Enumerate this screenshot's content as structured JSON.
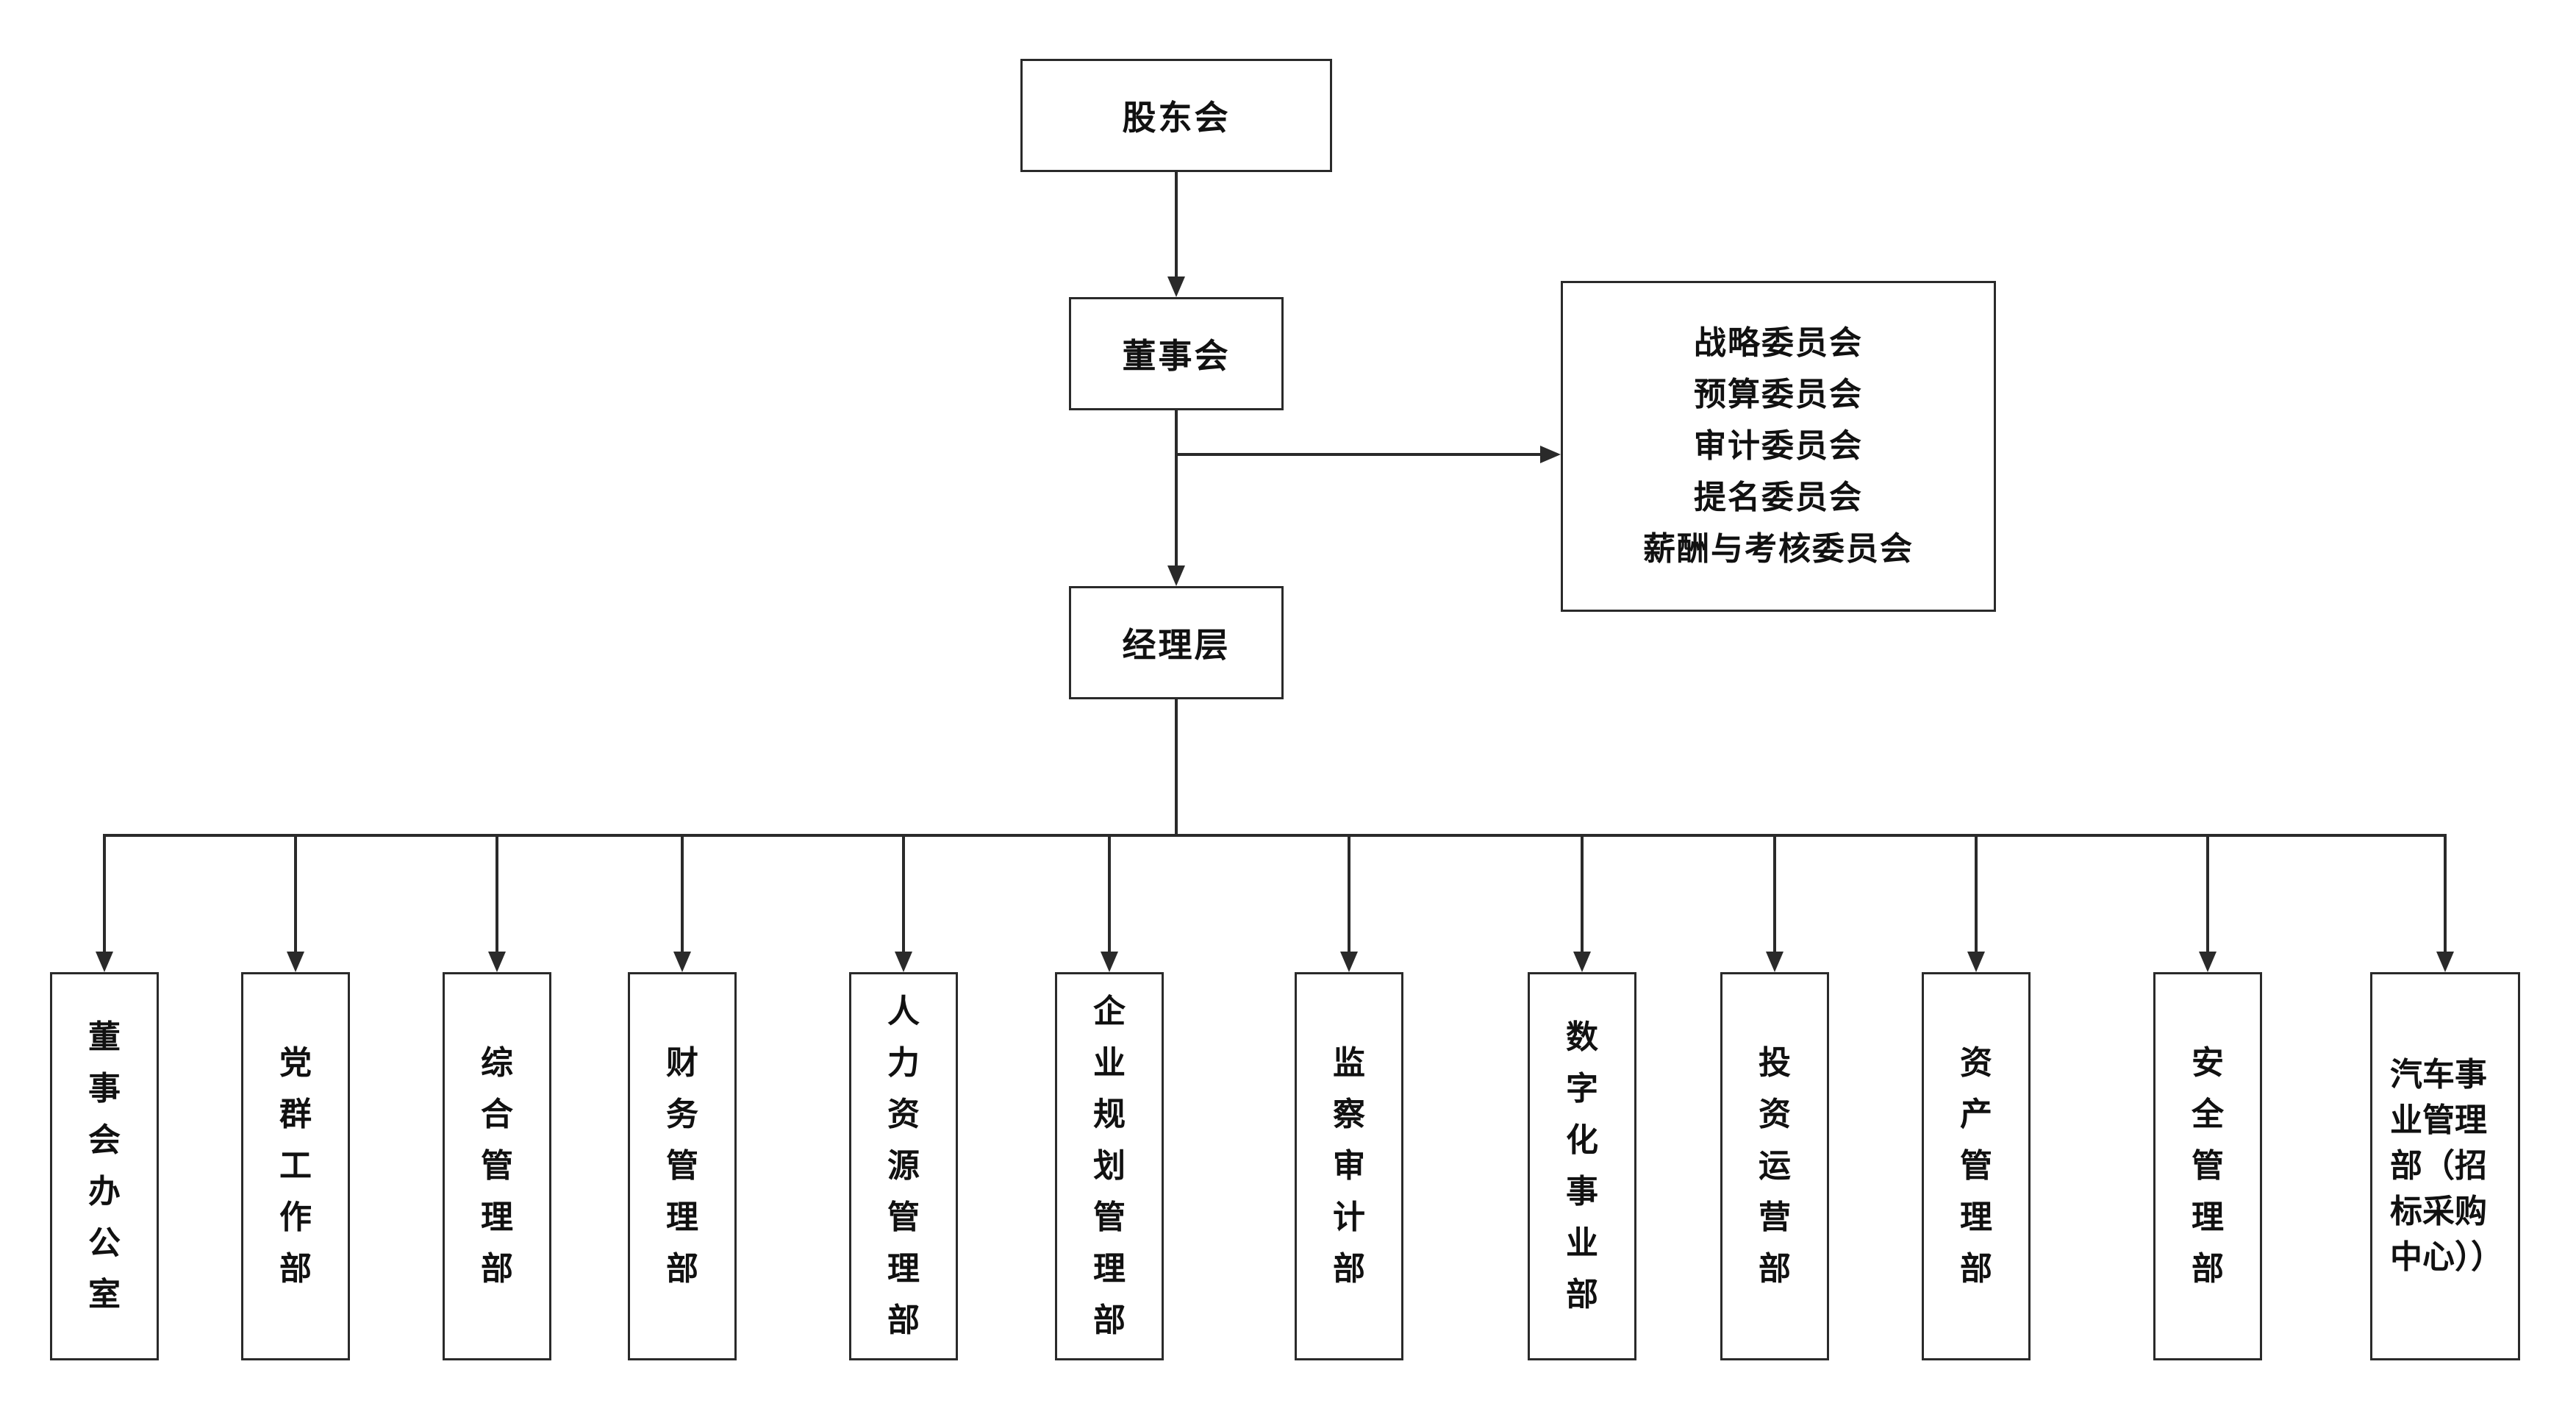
{
  "org_chart": {
    "shareholders": {
      "label": "股东会"
    },
    "board": {
      "label": "董事会"
    },
    "committees": {
      "lines": [
        "战略委员会",
        "预算委员会",
        "审计委员会",
        "提名委员会",
        "薪酬与考核委员会"
      ]
    },
    "management": {
      "label": "经理层"
    },
    "departments": [
      {
        "label": "董事会办公室"
      },
      {
        "label": "党群工作部"
      },
      {
        "label": "综合管理部"
      },
      {
        "label": "财务管理部"
      },
      {
        "label": "人力资源管理部"
      },
      {
        "label": "企业规划管理部"
      },
      {
        "label": "监察审计部"
      },
      {
        "label": "数字化事业部"
      },
      {
        "label": "投资运营部"
      },
      {
        "label": "资产管理部"
      },
      {
        "label": "安全管理部"
      },
      {
        "label": "汽车事业管理部（招标采购中心））"
      }
    ],
    "colors": {
      "line": "#2a2a2a",
      "border": "#2a2a2a",
      "text": "#111111",
      "background": "#ffffff"
    }
  }
}
